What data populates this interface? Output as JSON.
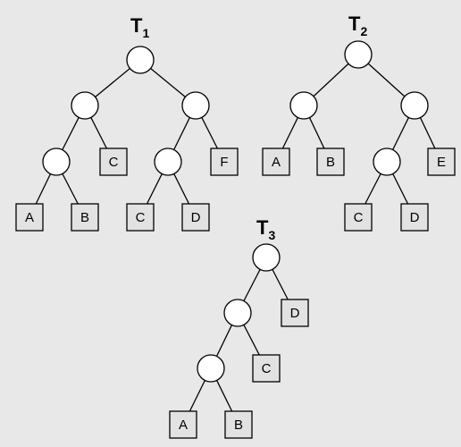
{
  "trees": [
    {
      "title": "T",
      "subscript": "1",
      "root": {
        "children": [
          {
            "children": [
              {
                "children": [
                  {
                    "leaf": "A"
                  },
                  {
                    "leaf": "B"
                  }
                ]
              },
              {
                "leaf": "C"
              }
            ]
          },
          {
            "children": [
              {
                "children": [
                  {
                    "leaf": "C"
                  },
                  {
                    "leaf": "D"
                  }
                ]
              },
              {
                "leaf": "F"
              }
            ]
          }
        ]
      }
    },
    {
      "title": "T",
      "subscript": "2",
      "root": {
        "children": [
          {
            "children": [
              {
                "leaf": "A"
              },
              {
                "leaf": "B"
              }
            ]
          },
          {
            "children": [
              {
                "children": [
                  {
                    "leaf": "C"
                  },
                  {
                    "leaf": "D"
                  }
                ]
              },
              {
                "leaf": "E"
              }
            ]
          }
        ]
      }
    },
    {
      "title": "T",
      "subscript": "3",
      "root": {
        "children": [
          {
            "children": [
              {
                "children": [
                  {
                    "leaf": "A"
                  },
                  {
                    "leaf": "B"
                  }
                ]
              },
              {
                "leaf": "C"
              }
            ]
          },
          {
            "leaf": "D"
          }
        ]
      }
    }
  ]
}
